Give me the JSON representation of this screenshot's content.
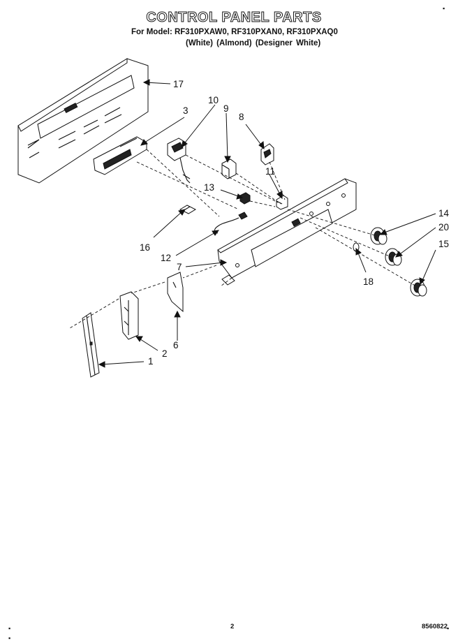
{
  "header": {
    "title": "CONTROL PANEL PARTS",
    "model_line": "For Model: RF310PXAW0, RF310PXAN0, RF310PXAQ0",
    "colors": [
      "(White)",
      "(Almond)",
      "(Designer White)"
    ]
  },
  "callouts": [
    "17",
    "3",
    "10",
    "9",
    "8",
    "11",
    "13",
    "16",
    "12",
    "7",
    "14",
    "20",
    "15",
    "18",
    "2",
    "6",
    "1"
  ],
  "footer": {
    "page_number": "2",
    "doc_code": "8560822"
  },
  "corner_marks": [
    "▪",
    "▪",
    "▪",
    "▪"
  ]
}
